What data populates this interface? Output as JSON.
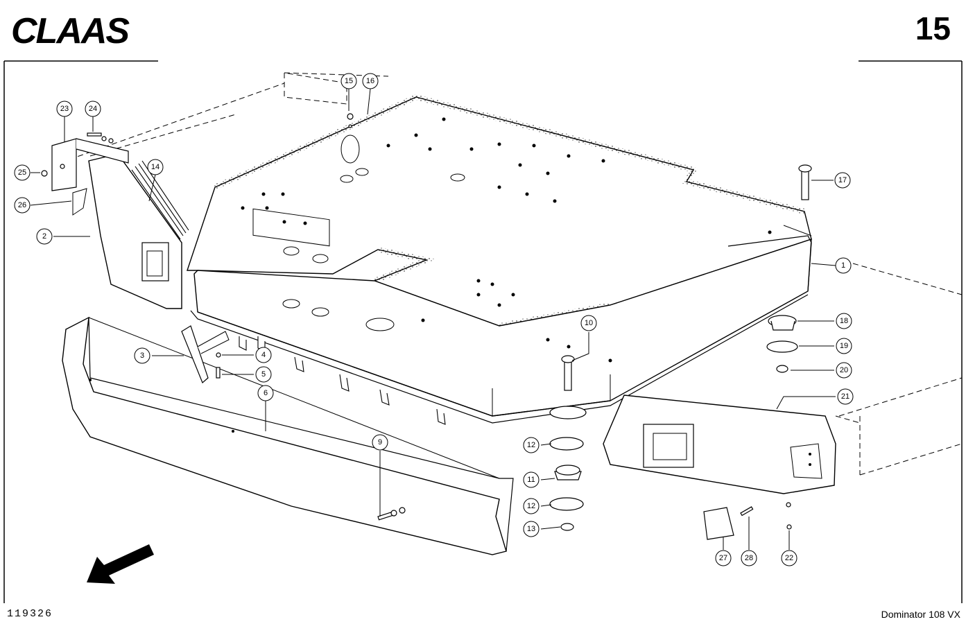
{
  "header": {
    "brand": "CLAAS",
    "page_number": "15"
  },
  "footer": {
    "document_code": "119326",
    "model": "Dominator 108 VX"
  },
  "callouts": [
    {
      "id": "c1",
      "label": "1"
    },
    {
      "id": "c2",
      "label": "2"
    },
    {
      "id": "c3",
      "label": "3"
    },
    {
      "id": "c4",
      "label": "4"
    },
    {
      "id": "c5",
      "label": "5"
    },
    {
      "id": "c6",
      "label": "6"
    },
    {
      "id": "c9",
      "label": "9"
    },
    {
      "id": "c10",
      "label": "10"
    },
    {
      "id": "c11",
      "label": "11"
    },
    {
      "id": "c12a",
      "label": "12"
    },
    {
      "id": "c12b",
      "label": "12"
    },
    {
      "id": "c13",
      "label": "13"
    },
    {
      "id": "c14",
      "label": "14"
    },
    {
      "id": "c15",
      "label": "15"
    },
    {
      "id": "c16",
      "label": "16"
    },
    {
      "id": "c17",
      "label": "17"
    },
    {
      "id": "c18",
      "label": "18"
    },
    {
      "id": "c19",
      "label": "19"
    },
    {
      "id": "c20",
      "label": "20"
    },
    {
      "id": "c21",
      "label": "21"
    },
    {
      "id": "c22",
      "label": "22"
    },
    {
      "id": "c23",
      "label": "23"
    },
    {
      "id": "c24",
      "label": "24"
    },
    {
      "id": "c25",
      "label": "25"
    },
    {
      "id": "c26",
      "label": "26"
    },
    {
      "id": "c27",
      "label": "27"
    },
    {
      "id": "c28",
      "label": "28"
    }
  ]
}
